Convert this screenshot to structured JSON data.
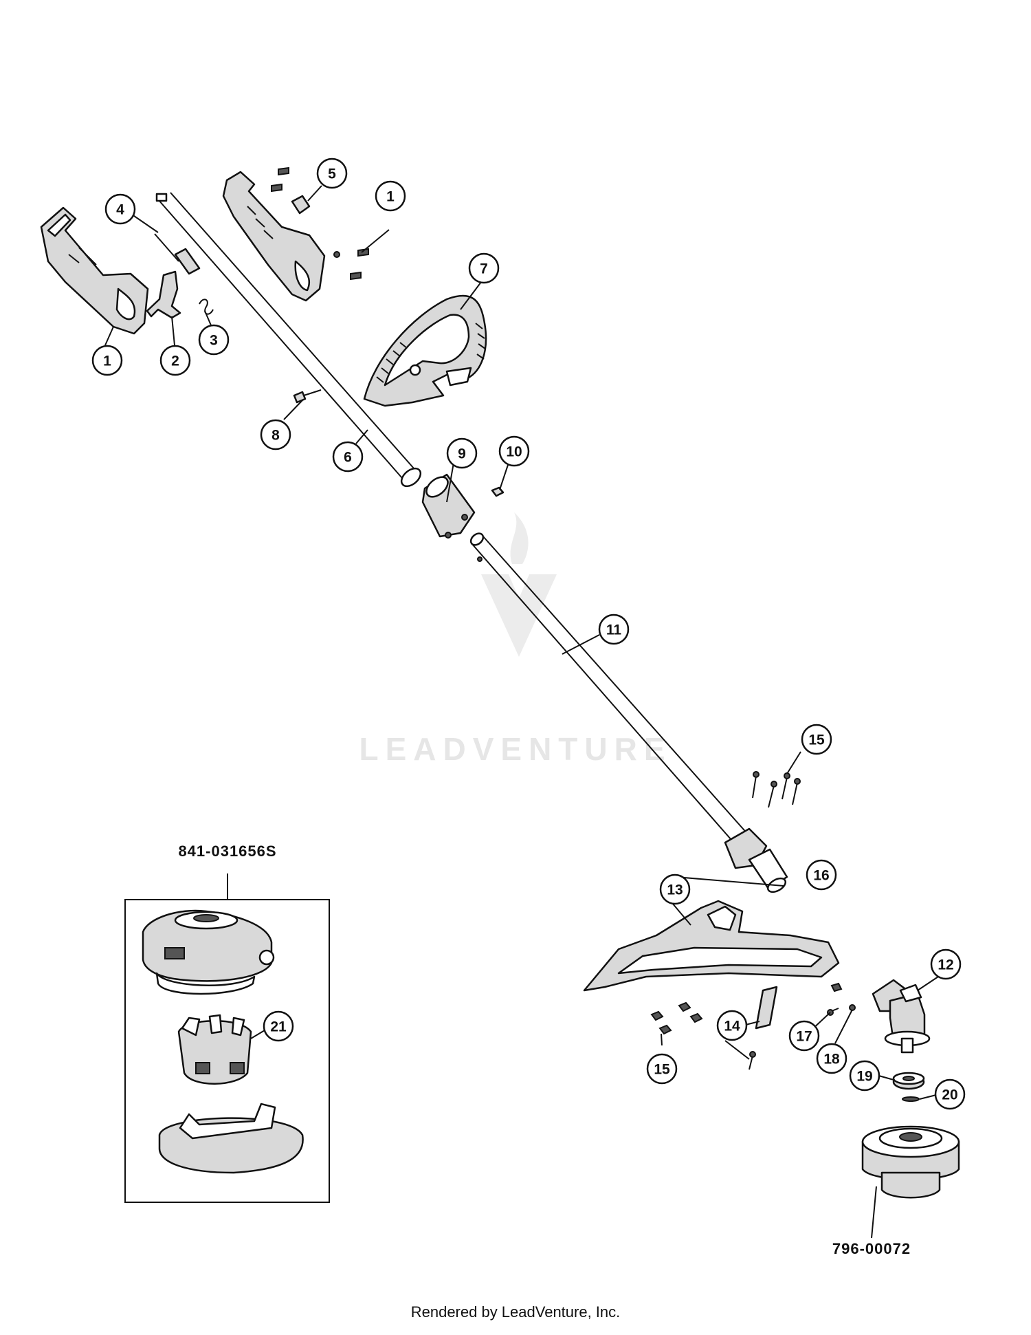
{
  "watermark": "LEADVENTURE",
  "footer": "Rendered by LeadVenture, Inc.",
  "assemblies": {
    "spool_kit": "841-031656S",
    "spool_head": "796-00072"
  },
  "callouts": {
    "c1a": "1",
    "c1b": "1",
    "c2": "2",
    "c3": "3",
    "c4": "4",
    "c5": "5",
    "c6": "6",
    "c7": "7",
    "c8": "8",
    "c9": "9",
    "c10": "10",
    "c11": "11",
    "c12": "12",
    "c13": "13",
    "c14": "14",
    "c15a": "15",
    "c15b": "15",
    "c16": "16",
    "c17": "17",
    "c18": "18",
    "c19": "19",
    "c20": "20",
    "c21": "21"
  }
}
